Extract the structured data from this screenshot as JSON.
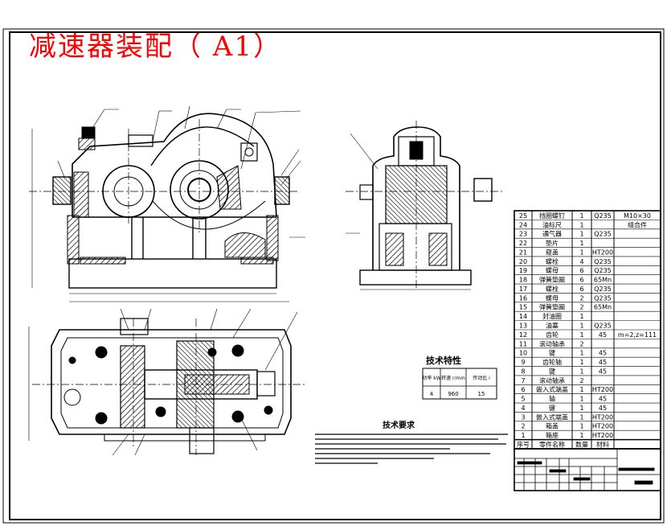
{
  "title": "减速器装配（ A1）",
  "tech_chars": {
    "heading": "技术特性",
    "headers": [
      "功率\nkW",
      "转速\nr/min",
      "传动比\ni"
    ],
    "values": [
      "4",
      "960",
      "15"
    ]
  },
  "tech_req": {
    "heading": "技术要求"
  },
  "bom": [
    {
      "no": "25",
      "name": "挡圈螺钉",
      "qty": "1",
      "mat": "Q235",
      "note": "M10×30"
    },
    {
      "no": "24",
      "name": "油标尺",
      "qty": "1",
      "mat": "",
      "note": "组合件"
    },
    {
      "no": "23",
      "name": "通气器",
      "qty": "1",
      "mat": "Q235",
      "note": ""
    },
    {
      "no": "22",
      "name": "垫片",
      "qty": "1",
      "mat": "",
      "note": ""
    },
    {
      "no": "21",
      "name": "窥盖",
      "qty": "1",
      "mat": "HT200",
      "note": ""
    },
    {
      "no": "20",
      "name": "螺栓",
      "qty": "4",
      "mat": "Q235",
      "note": ""
    },
    {
      "no": "19",
      "name": "螺母",
      "qty": "6",
      "mat": "Q235",
      "note": ""
    },
    {
      "no": "18",
      "name": "弹簧垫圈",
      "qty": "6",
      "mat": "65Mn",
      "note": ""
    },
    {
      "no": "17",
      "name": "螺栓",
      "qty": "6",
      "mat": "Q235",
      "note": ""
    },
    {
      "no": "16",
      "name": "螺母",
      "qty": "2",
      "mat": "Q235",
      "note": ""
    },
    {
      "no": "15",
      "name": "弹簧垫圈",
      "qty": "2",
      "mat": "65Mn",
      "note": ""
    },
    {
      "no": "14",
      "name": "封油圈",
      "qty": "1",
      "mat": "",
      "note": ""
    },
    {
      "no": "13",
      "name": "油塞",
      "qty": "1",
      "mat": "Q235",
      "note": ""
    },
    {
      "no": "12",
      "name": "齿轮",
      "qty": "1",
      "mat": "45",
      "note": "m=2,z=111"
    },
    {
      "no": "11",
      "name": "滚动轴承",
      "qty": "2",
      "mat": "",
      "note": ""
    },
    {
      "no": "10",
      "name": "键",
      "qty": "1",
      "mat": "45",
      "note": ""
    },
    {
      "no": "9",
      "name": "齿轮轴",
      "qty": "1",
      "mat": "45",
      "note": ""
    },
    {
      "no": "8",
      "name": "键",
      "qty": "1",
      "mat": "45",
      "note": ""
    },
    {
      "no": "7",
      "name": "滚动轴承",
      "qty": "2",
      "mat": "",
      "note": ""
    },
    {
      "no": "6",
      "name": "嵌入式端盖",
      "qty": "1",
      "mat": "HT200",
      "note": ""
    },
    {
      "no": "5",
      "name": "轴",
      "qty": "1",
      "mat": "45",
      "note": ""
    },
    {
      "no": "4",
      "name": "键",
      "qty": "1",
      "mat": "45",
      "note": ""
    },
    {
      "no": "3",
      "name": "嵌入式端盖",
      "qty": "1",
      "mat": "HT200",
      "note": ""
    },
    {
      "no": "2",
      "name": "箱盖",
      "qty": "1",
      "mat": "HT200",
      "note": ""
    },
    {
      "no": "1",
      "name": "箱座",
      "qty": "1",
      "mat": "HT200",
      "note": ""
    }
  ],
  "bom_header": {
    "no": "序号",
    "name": "零件名称",
    "qty": "数量",
    "mat": "材料",
    "note": ""
  },
  "colors": {
    "line": "#000000",
    "title": "#ff0000",
    "bg": "#ffffff"
  }
}
